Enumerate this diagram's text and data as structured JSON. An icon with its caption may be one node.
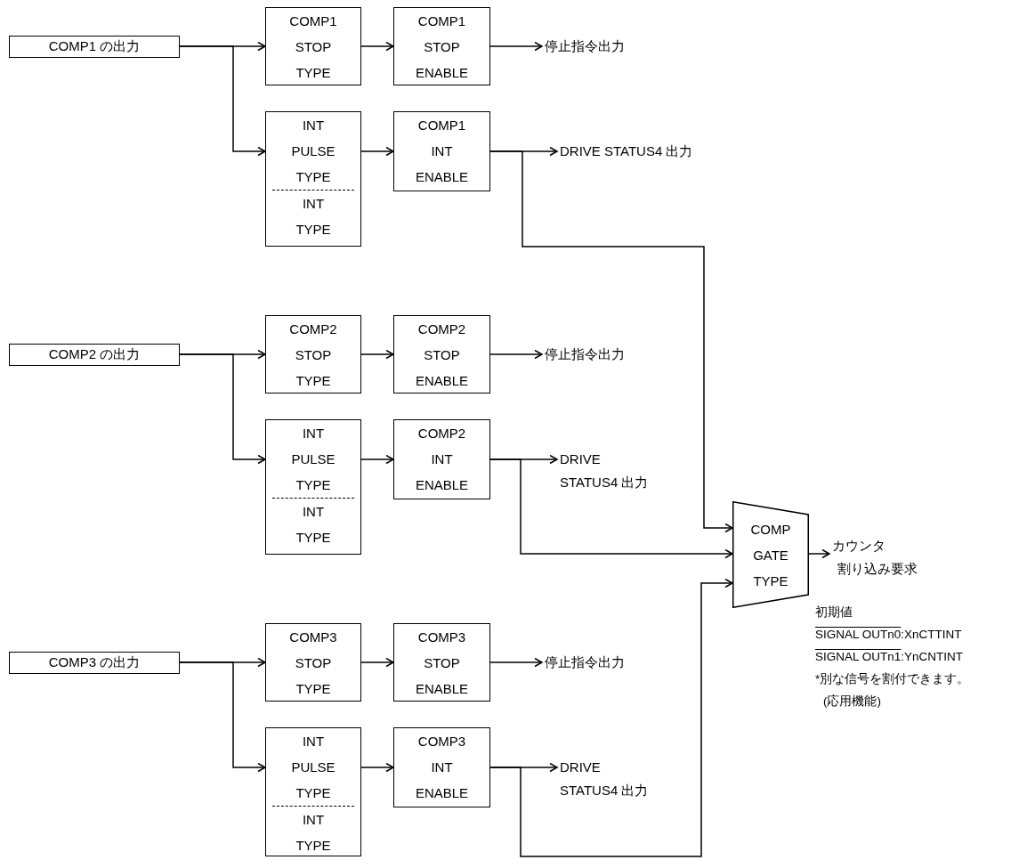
{
  "diagram": {
    "nodes": [
      {
        "text": [
          "COMP1 の出力"
        ]
      },
      {
        "text": [
          "COMP1 STOP TYPE"
        ]
      },
      {
        "text": [
          "COMP1 STOP ENABLE"
        ]
      },
      {
        "text": [
          "停止指令出力"
        ]
      },
      {
        "text": [
          "INT PULSE TYPE",
          "INT TYPE"
        ]
      },
      {
        "text": [
          "COMP1 INT ENABLE"
        ]
      },
      {
        "text": [
          "DRIVE STATUS4 出力"
        ]
      },
      {
        "text": [
          "COMP2 の出力"
        ]
      },
      {
        "text": [
          "COMP2 STOP TYPE"
        ]
      },
      {
        "text": [
          "COMP2 STOP ENABLE"
        ]
      },
      {
        "text": [
          "停止指令出力"
        ]
      },
      {
        "text": [
          "INT PULSE TYPE",
          "INT TYPE"
        ]
      },
      {
        "text": [
          "COMP2 INT ENABLE"
        ]
      },
      {
        "text": [
          "DRIVE STATUS4 出力"
        ]
      },
      {
        "text": [
          "COMP3 の出力"
        ]
      },
      {
        "text": [
          "COMP3 STOP TYPE"
        ]
      },
      {
        "text": [
          "COMP3 STOP ENABLE"
        ]
      },
      {
        "text": [
          "停止指令出力"
        ]
      },
      {
        "text": [
          "INT PULSE TYPE",
          "INT TYPE"
        ]
      },
      {
        "text": [
          "COMP3 INT ENABLE"
        ]
      },
      {
        "text": [
          "DRIVE STATUS4 出力"
        ]
      },
      {
        "text": [
          "COMP GATE TYPE"
        ]
      },
      {
        "text": [
          "カウンタ",
          "割り込み要求"
        ]
      }
    ],
    "edges": [
      {
        "from": 0,
        "to": 1,
        "arrow": "to"
      },
      {
        "from": 0,
        "to": 4,
        "arrow": "to"
      },
      {
        "from": 1,
        "to": 2,
        "arrow": "to"
      },
      {
        "from": 2,
        "to": 3,
        "arrow": "to"
      },
      {
        "from": 4,
        "to": 5,
        "arrow": "to"
      },
      {
        "from": 5,
        "to": 6,
        "arrow": "to"
      },
      {
        "from": 5,
        "to": 21,
        "arrow": "to"
      },
      {
        "from": 7,
        "to": 8,
        "arrow": "to"
      },
      {
        "from": 7,
        "to": 11,
        "arrow": "to"
      },
      {
        "from": 8,
        "to": 9,
        "arrow": "to"
      },
      {
        "from": 9,
        "to": 10,
        "arrow": "to"
      },
      {
        "from": 11,
        "to": 12,
        "arrow": "to"
      },
      {
        "from": 12,
        "to": 13,
        "arrow": "to"
      },
      {
        "from": 12,
        "to": 21,
        "arrow": "to"
      },
      {
        "from": 14,
        "to": 15,
        "arrow": "to"
      },
      {
        "from": 14,
        "to": 18,
        "arrow": "to"
      },
      {
        "from": 15,
        "to": 16,
        "arrow": "to"
      },
      {
        "from": 16,
        "to": 17,
        "arrow": "to"
      },
      {
        "from": 18,
        "to": 19,
        "arrow": "to"
      },
      {
        "from": 19,
        "to": 20,
        "arrow": "to"
      },
      {
        "from": 19,
        "to": 21,
        "arrow": "to"
      },
      {
        "from": 21,
        "to": 22,
        "arrow": "to"
      }
    ],
    "labels": [
      "初期値",
      "SIGNAL OUTn0",
      ":XnCTTINT",
      "SIGNAL OUTn1",
      ":YnCNTINT",
      "*別な信号を割付できます。",
      "(応用機能)"
    ]
  }
}
